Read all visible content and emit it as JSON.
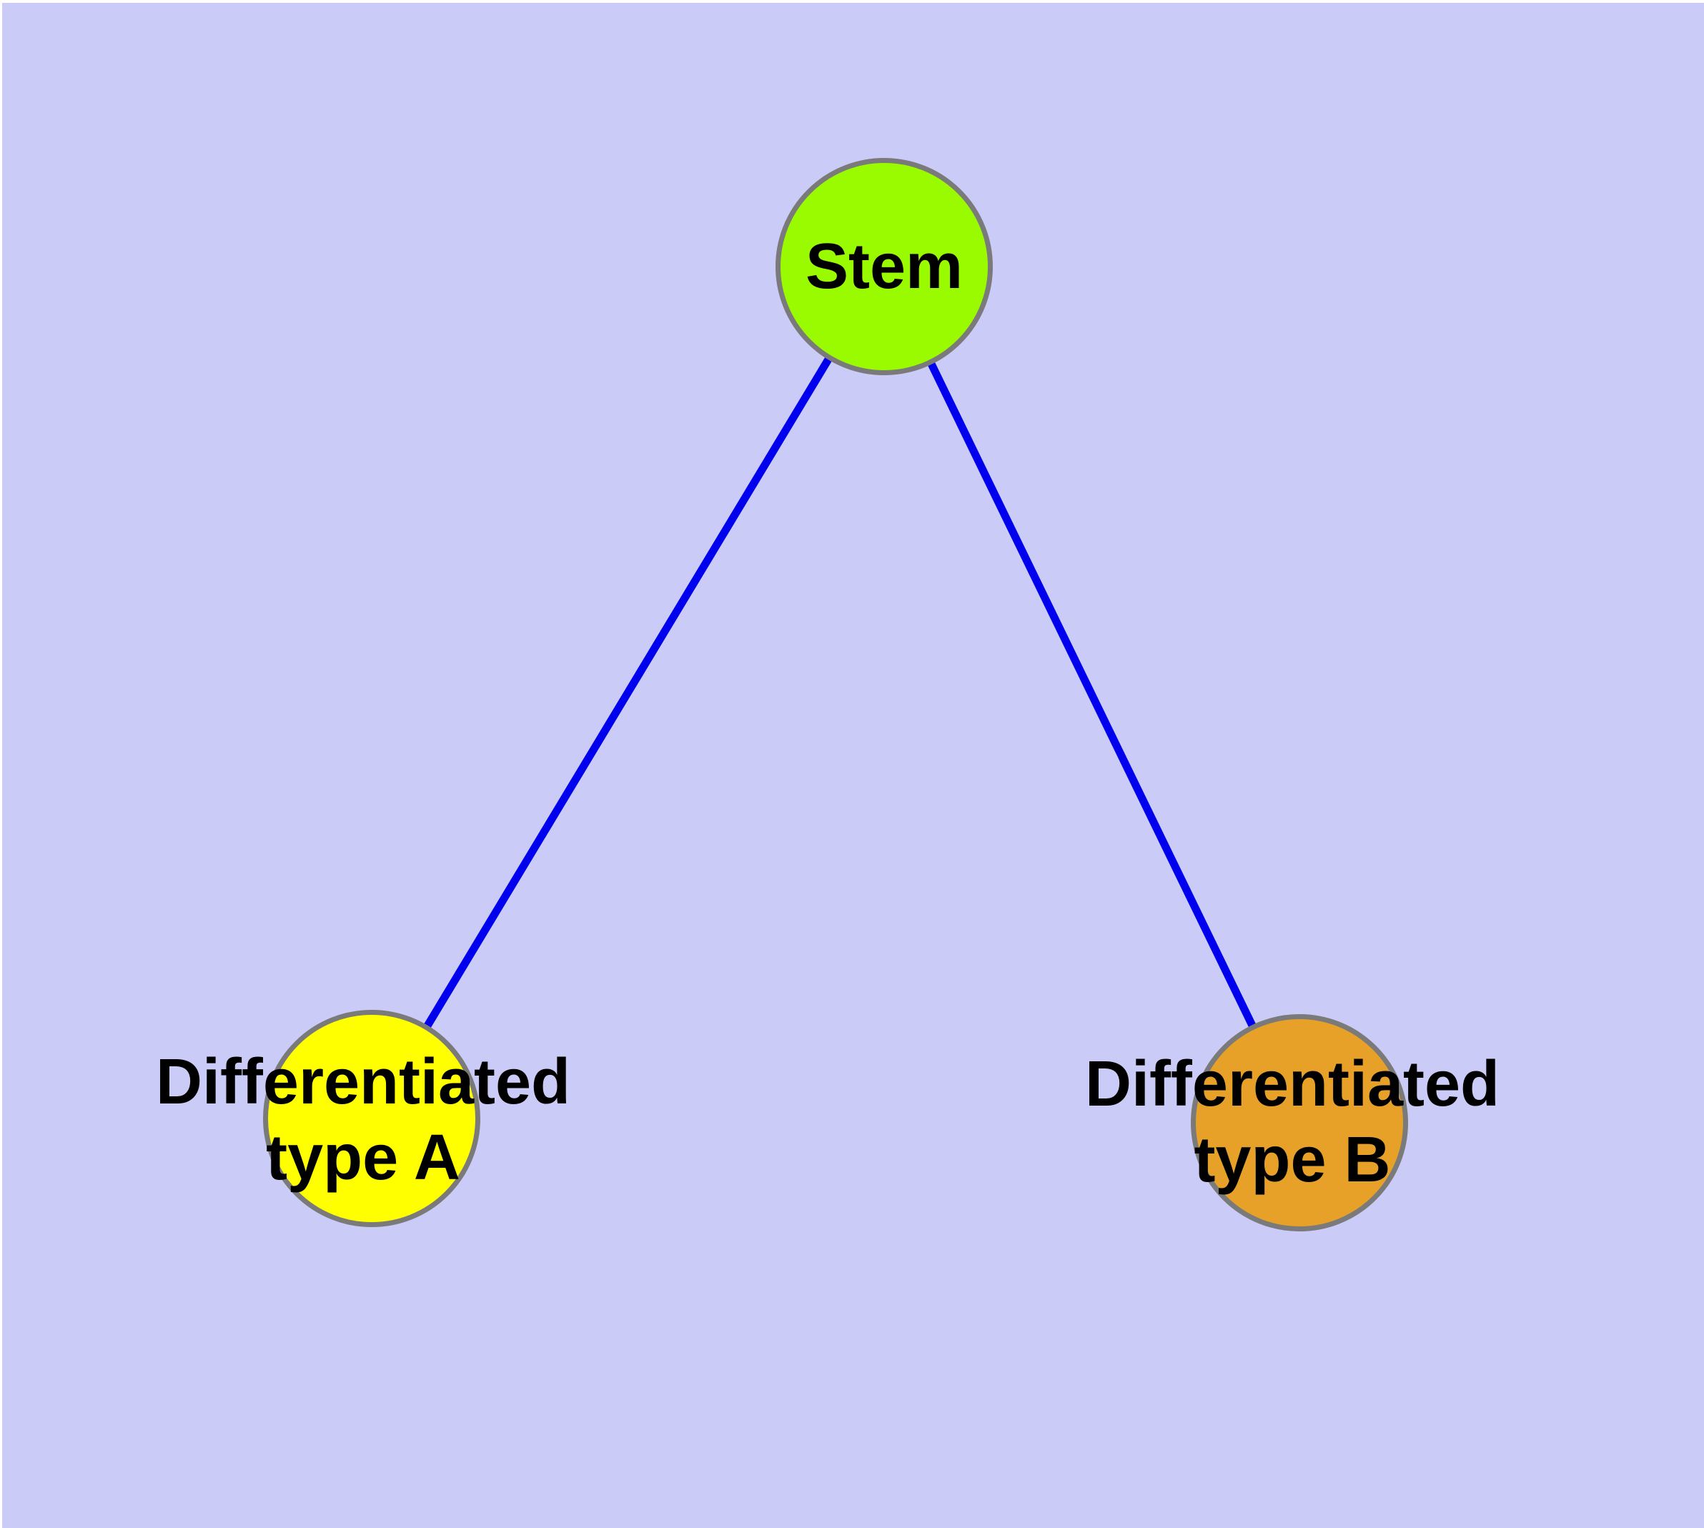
{
  "diagram": {
    "type": "node-link-graph",
    "description": "Stem cell differentiation tree: one stem node branching to two differentiated cell types",
    "background_color": "#CBCBF7",
    "outer_margin_color": "#FFFFFF",
    "node_border_color": "#7A7A7A",
    "edge_color": "#0000EE",
    "label_color": "#000000",
    "nodes": {
      "stem": {
        "label": "Stem",
        "color": "#9AFB00",
        "shape": "circle"
      },
      "typeA": {
        "label": "Differentiated\ntype A",
        "color": "#FFFF00",
        "shape": "circle"
      },
      "typeB": {
        "label": "Differentiated\ntype B",
        "color": "#E7A129",
        "shape": "circle"
      }
    },
    "edges": [
      {
        "from": "stem",
        "to": "typeA"
      },
      {
        "from": "stem",
        "to": "typeB"
      }
    ]
  }
}
